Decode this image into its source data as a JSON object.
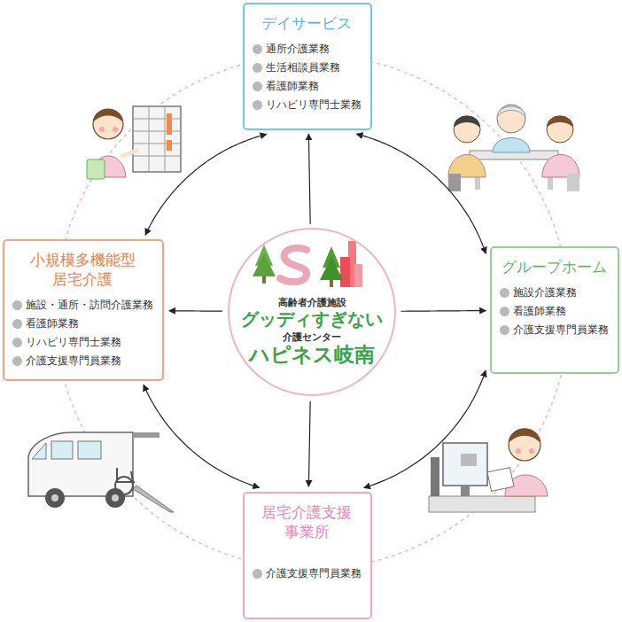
{
  "diagram": {
    "nodes": [
      {
        "text": [
          "デイサービス",
          "通所介護業務",
          "生活相談員業務",
          "看護師業務",
          "リハビリ専門士業務"
        ]
      },
      {
        "text": [
          "小規模多機能型 居宅介護",
          "施設・通所・訪問介護業務",
          "看護師業務",
          "リハビリ専門士業務",
          "介護支援専門員業務"
        ]
      },
      {
        "text": [
          "高齢者介護施設",
          "グッディすぎない",
          "介護センター",
          "ハピネス岐南"
        ]
      },
      {
        "text": [
          "グループホーム",
          "施設介護業務",
          "看護師業務",
          "介護支援専門員業務"
        ]
      },
      {
        "text": [
          "居宅介護支援 事業所",
          "介護支援専門員業務"
        ]
      }
    ],
    "edges": [
      {
        "from": 2,
        "to": 0,
        "arrow": "to"
      },
      {
        "from": 2,
        "to": 1,
        "arrow": "to"
      },
      {
        "from": 2,
        "to": 3,
        "arrow": "to"
      },
      {
        "from": 2,
        "to": 4,
        "arrow": "to"
      },
      {
        "from": 0,
        "to": 3,
        "arrow": "both"
      },
      {
        "from": 3,
        "to": 4,
        "arrow": "both"
      },
      {
        "from": 4,
        "to": 1,
        "arrow": "both"
      },
      {
        "from": 1,
        "to": 0,
        "arrow": "both"
      }
    ]
  }
}
